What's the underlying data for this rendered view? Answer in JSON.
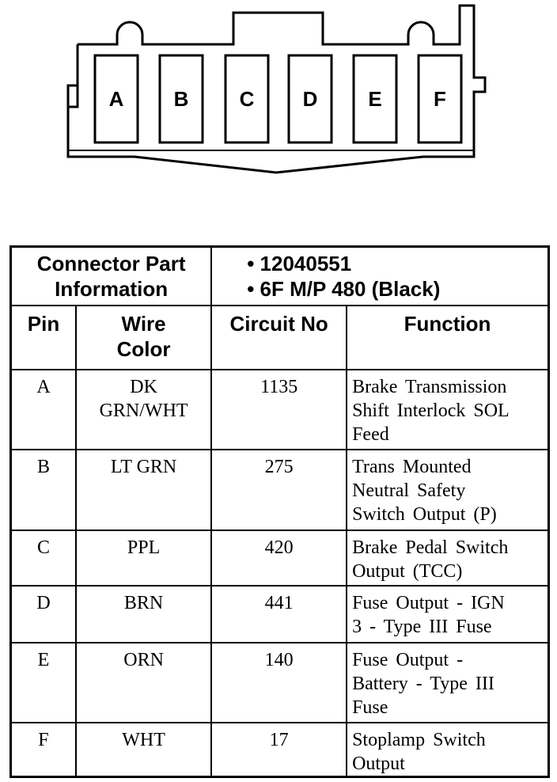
{
  "connector": {
    "pins": [
      "A",
      "B",
      "C",
      "D",
      "E",
      "F"
    ]
  },
  "table": {
    "part_info_label_line1": "Connector Part",
    "part_info_label_line2": "Information",
    "part_numbers": [
      "12040551",
      "6F M/P 480 (Black)"
    ],
    "headers": {
      "pin": "Pin",
      "wire_color_line1": "Wire",
      "wire_color_line2": "Color",
      "circuit_no": "Circuit No",
      "function": "Function"
    },
    "rows": [
      {
        "pin": "A",
        "wire_color": [
          "DK",
          "GRN/WHT"
        ],
        "circuit_no": "1135",
        "function": [
          "Brake Transmission",
          "Shift Interlock SOL",
          "Feed"
        ]
      },
      {
        "pin": "B",
        "wire_color": [
          "LT GRN"
        ],
        "circuit_no": "275",
        "function": [
          "Trans Mounted",
          "Neutral Safety",
          "Switch Output (P)"
        ]
      },
      {
        "pin": "C",
        "wire_color": [
          "PPL"
        ],
        "circuit_no": "420",
        "function": [
          "Brake Pedal Switch",
          "Output (TCC)"
        ]
      },
      {
        "pin": "D",
        "wire_color": [
          "BRN"
        ],
        "circuit_no": "441",
        "function": [
          "Fuse Output - IGN",
          "3 - Type III Fuse"
        ]
      },
      {
        "pin": "E",
        "wire_color": [
          "ORN"
        ],
        "circuit_no": "140",
        "function": [
          "Fuse Output -",
          "Battery - Type III",
          "Fuse"
        ]
      },
      {
        "pin": "F",
        "wire_color": [
          "WHT"
        ],
        "circuit_no": "17",
        "function": [
          "Stoplamp Switch",
          "Output"
        ]
      }
    ]
  }
}
